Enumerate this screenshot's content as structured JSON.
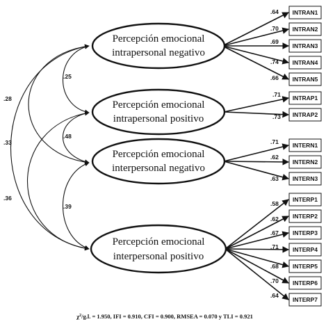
{
  "latents": [
    {
      "id": "pen",
      "line1": "Percepción emocional",
      "line2": "intrapersonal negativo"
    },
    {
      "id": "pep",
      "line1": "Percepción emocional",
      "line2": "intrapersonal positivo"
    },
    {
      "id": "ien",
      "line1": "Percepción emocional",
      "line2": "interpersonal negativo"
    },
    {
      "id": "iep",
      "line1": "Percepción emocional",
      "line2": "interpersonal positivo"
    }
  ],
  "indicators": [
    {
      "latent": "pen",
      "label": "INTRAN1",
      "loading": ".64"
    },
    {
      "latent": "pen",
      "label": "INTRAN2",
      "loading": ".70"
    },
    {
      "latent": "pen",
      "label": "INTRAN3",
      "loading": ".69"
    },
    {
      "latent": "pen",
      "label": "INTRAN4",
      "loading": ".74"
    },
    {
      "latent": "pen",
      "label": "INTRAN5",
      "loading": ".66"
    },
    {
      "latent": "pep",
      "label": "INTRAP1",
      "loading": ".71"
    },
    {
      "latent": "pep",
      "label": "INTRAP2",
      "loading": ".73"
    },
    {
      "latent": "ien",
      "label": "INTERN1",
      "loading": ".71"
    },
    {
      "latent": "ien",
      "label": "INTERN2",
      "loading": ".62"
    },
    {
      "latent": "ien",
      "label": "INTERN3",
      "loading": ".63"
    },
    {
      "latent": "iep",
      "label": "INTERP1",
      "loading": ".58"
    },
    {
      "latent": "iep",
      "label": "INTERP2",
      "loading": ".62"
    },
    {
      "latent": "iep",
      "label": "INTERP3",
      "loading": ".67"
    },
    {
      "latent": "iep",
      "label": "INTERP4",
      "loading": ".71"
    },
    {
      "latent": "iep",
      "label": "INTERP5",
      "loading": ".68"
    },
    {
      "latent": "iep",
      "label": "INTERP6",
      "loading": ".70"
    },
    {
      "latent": "iep",
      "label": "INTERP7",
      "loading": ".64"
    }
  ],
  "correlations": [
    {
      "from": "pen",
      "to": "pep",
      "value": ".25"
    },
    {
      "from": "pep",
      "to": "ien",
      "value": ".48"
    },
    {
      "from": "ien",
      "to": "iep",
      "value": ".39"
    },
    {
      "from": "pen",
      "to": "ien",
      "value": ".28"
    },
    {
      "from": "pen",
      "to": "iep",
      "value": ".33"
    },
    {
      "from": "pep",
      "to": "iep",
      "value": ".36"
    }
  ],
  "fit_indices": {
    "chi_prefix": "χ",
    "chi_sup": "2",
    "chi_rest": "/g.l. = 1.950, IFI = 0.910, CFI = 0.900, RMSEA = 0.070 y TLI = 0.921"
  }
}
